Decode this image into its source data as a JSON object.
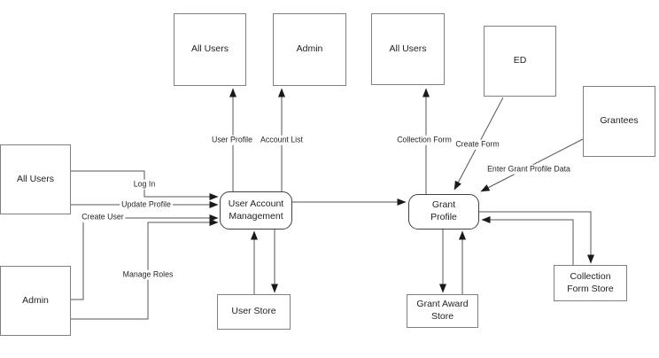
{
  "diagram": {
    "type": "data-flow-diagram",
    "colors": {
      "background": "#ffffff",
      "entity_border": "#808080",
      "process_border": "#404040",
      "line": "#555555",
      "arrowhead": "#1a1a1a",
      "text": "#1f1f1f"
    },
    "nodes": {
      "all_users_top_left": {
        "label": "All Users",
        "shape": "external-entity"
      },
      "admin_top": {
        "label": "Admin",
        "shape": "external-entity"
      },
      "all_users_top_right": {
        "label": "All Users",
        "shape": "external-entity"
      },
      "ed": {
        "label": "ED",
        "shape": "external-entity"
      },
      "grantees": {
        "label": "Grantees",
        "shape": "external-entity"
      },
      "all_users_left": {
        "label": "All Users",
        "shape": "external-entity"
      },
      "admin_left": {
        "label": "Admin",
        "shape": "external-entity"
      },
      "user_account_management": {
        "label": "User Account Management",
        "shape": "process"
      },
      "grant_profile": {
        "label": "Grant Profile",
        "shape": "process"
      },
      "user_store": {
        "label": "User Store",
        "shape": "data-store"
      },
      "grant_award_store": {
        "label": "Grant Award Store",
        "shape": "data-store"
      },
      "collection_form_store": {
        "label": "Collection Form Store",
        "shape": "data-store"
      }
    },
    "flows": {
      "user_profile": {
        "label": "User Profile",
        "from": "user_account_management",
        "to": "all_users_top_left"
      },
      "account_list": {
        "label": "Account List",
        "from": "user_account_management",
        "to": "admin_top"
      },
      "collection_form": {
        "label": "Collection Form",
        "from": "grant_profile",
        "to": "all_users_top_right"
      },
      "create_form": {
        "label": "Create Form",
        "from": "ed",
        "to": "grant_profile"
      },
      "enter_grant_profile_data": {
        "label": "Enter Grant Profile Data",
        "from": "grantees",
        "to": "grant_profile"
      },
      "log_in": {
        "label": "Log In",
        "from": "all_users_left",
        "to": "user_account_management"
      },
      "update_profile": {
        "label": "Update Profile",
        "from": "all_users_left",
        "to": "user_account_management"
      },
      "create_user": {
        "label": "Create User",
        "from": "admin_left",
        "to": "user_account_management"
      },
      "manage_roles": {
        "label": "Manage Roles",
        "from": "admin_left",
        "to": "user_account_management"
      },
      "uam_to_grant_profile": {
        "label": "",
        "from": "user_account_management",
        "to": "grant_profile"
      },
      "user_store_read": {
        "label": "",
        "from": "user_store",
        "to": "user_account_management"
      },
      "user_store_write": {
        "label": "",
        "from": "user_account_management",
        "to": "user_store"
      },
      "grant_award_write": {
        "label": "",
        "from": "grant_profile",
        "to": "grant_award_store"
      },
      "grant_award_read": {
        "label": "",
        "from": "grant_award_store",
        "to": "grant_profile"
      },
      "collection_form_write": {
        "label": "",
        "from": "grant_profile",
        "to": "collection_form_store"
      },
      "collection_form_read": {
        "label": "",
        "from": "collection_form_store",
        "to": "grant_profile"
      }
    }
  }
}
